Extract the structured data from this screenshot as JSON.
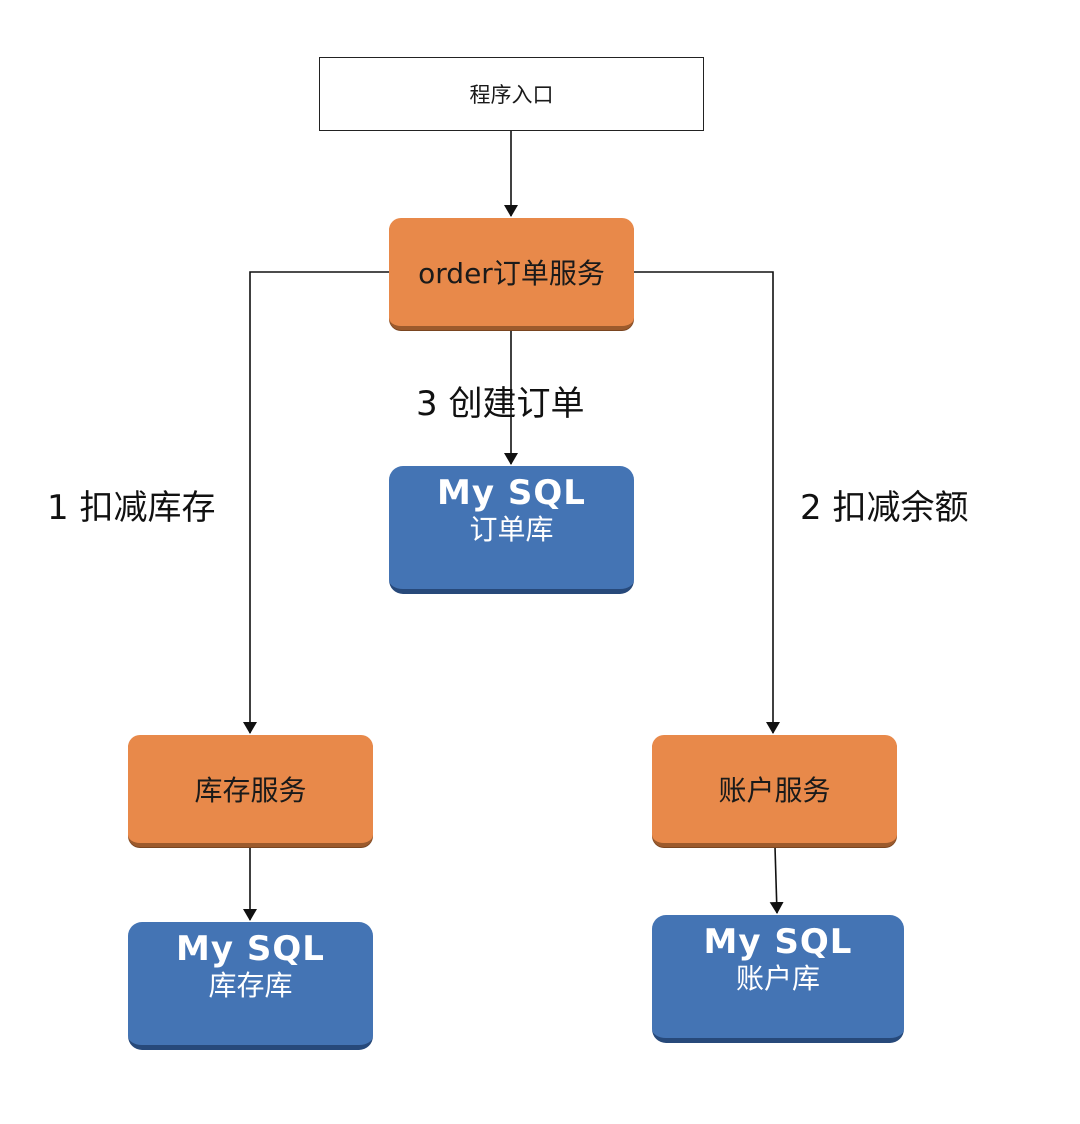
{
  "nodes": {
    "entry": "程序入口",
    "order_service": "order订单服务",
    "stock_service": "库存服务",
    "account_service": "账户服务",
    "order_db": {
      "brand": "My SQL",
      "name": "订单库"
    },
    "stock_db": {
      "brand": "My SQL",
      "name": "库存库"
    },
    "account_db": {
      "brand": "My SQL",
      "name": "账户库"
    }
  },
  "edges": {
    "create_order": "3 创建订单",
    "deduct_stock": "1 扣减库存",
    "deduct_balance": "2 扣减余额"
  },
  "colors": {
    "service": "#e8894a",
    "database": "#4474b4",
    "line": "#111111"
  }
}
